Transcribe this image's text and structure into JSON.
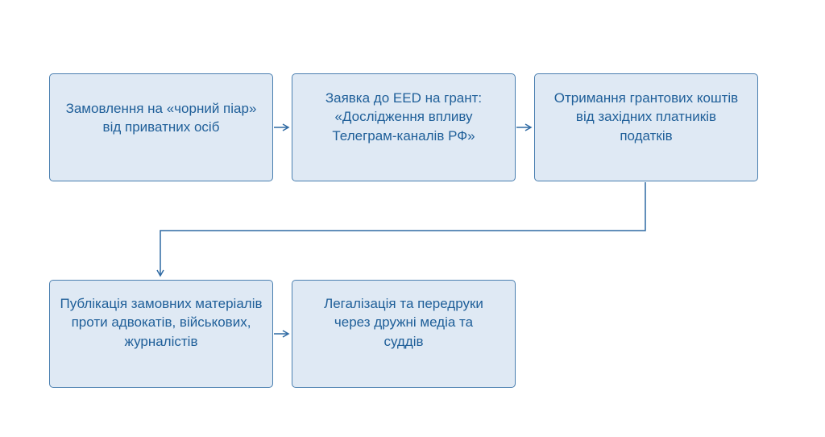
{
  "colors": {
    "box_fill": "#dfe9f4",
    "box_border": "#4a7fb0",
    "text": "#1f5f99",
    "connector": "#2f6aa3"
  },
  "nodes": [
    {
      "id": "order",
      "lines": [
        "Замовлення на «чорний піар»",
        "від приватних осіб"
      ]
    },
    {
      "id": "grant-application",
      "lines": [
        "Заявка до EED на грант:",
        "«Дослідження впливу",
        "Телеграм-каналів РФ»"
      ]
    },
    {
      "id": "grant-funds",
      "lines": [
        "Отримання грантових коштів",
        "від західних платників",
        "податків"
      ]
    },
    {
      "id": "publication",
      "lines": [
        "Публікація замовних матеріалів",
        "проти адвокатів, військових,",
        "журналістів"
      ]
    },
    {
      "id": "legalization",
      "lines": [
        "Легалізація та передруки",
        "через дружні медіа та",
        "суддів"
      ]
    }
  ]
}
